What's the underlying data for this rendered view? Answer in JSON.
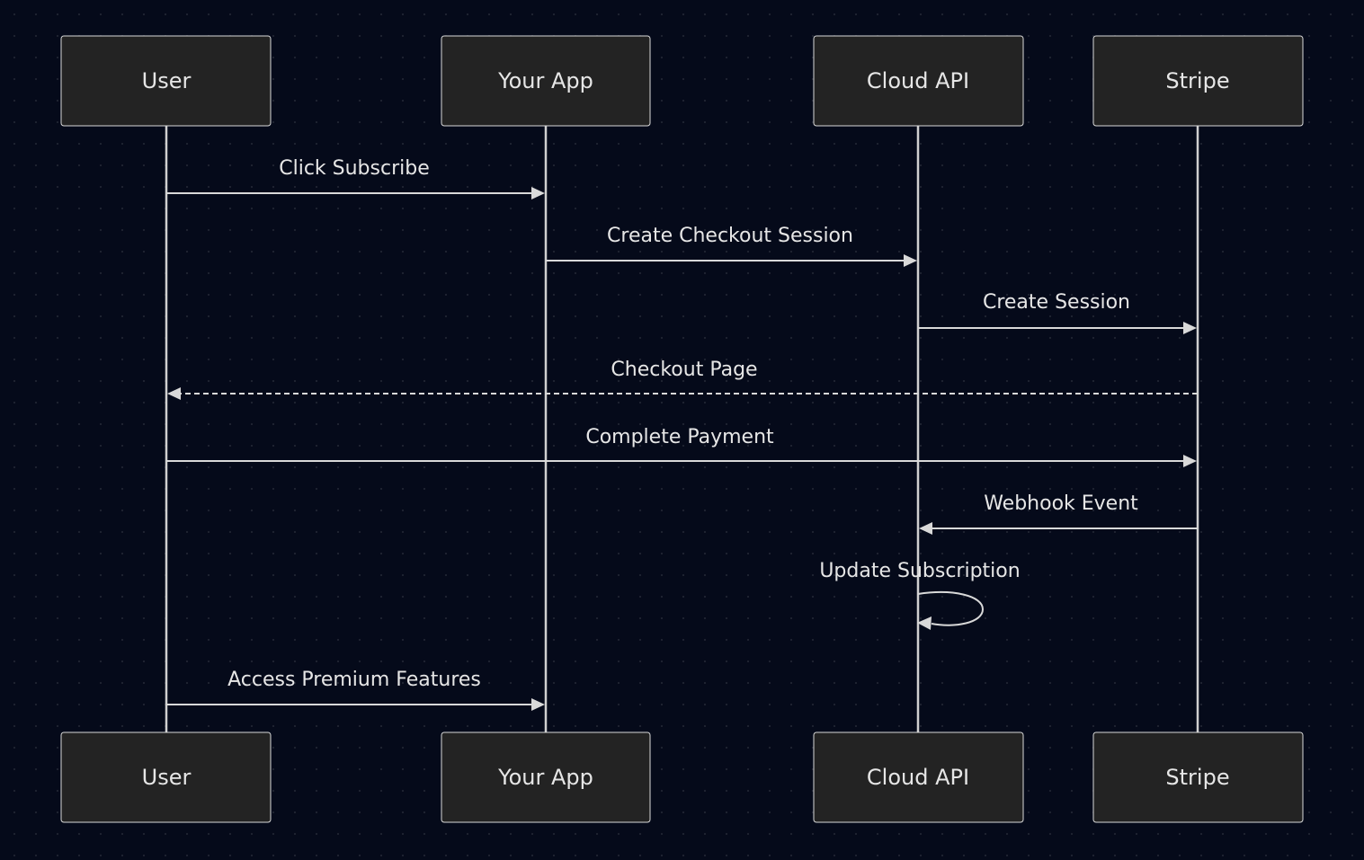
{
  "participants": [
    {
      "id": "user",
      "label": "User"
    },
    {
      "id": "app",
      "label": "Your App"
    },
    {
      "id": "cloud",
      "label": "Cloud API"
    },
    {
      "id": "stripe",
      "label": "Stripe"
    }
  ],
  "messages": [
    {
      "from": "user",
      "to": "app",
      "label": "Click Subscribe",
      "style": "solid"
    },
    {
      "from": "app",
      "to": "cloud",
      "label": "Create Checkout Session",
      "style": "solid"
    },
    {
      "from": "cloud",
      "to": "stripe",
      "label": "Create Session",
      "style": "solid"
    },
    {
      "from": "stripe",
      "to": "user",
      "label": "Checkout Page",
      "style": "dashed"
    },
    {
      "from": "user",
      "to": "stripe",
      "label": "Complete Payment",
      "style": "solid"
    },
    {
      "from": "stripe",
      "to": "cloud",
      "label": "Webhook Event",
      "style": "solid"
    },
    {
      "from": "cloud",
      "to": "cloud",
      "label": "Update Subscription",
      "style": "solid"
    },
    {
      "from": "user",
      "to": "app",
      "label": "Access Premium Features",
      "style": "solid"
    }
  ],
  "colors": {
    "background": "#050a1a",
    "actor_fill": "#232323",
    "stroke": "#d9d9d9",
    "text": "#e6e6e6"
  }
}
